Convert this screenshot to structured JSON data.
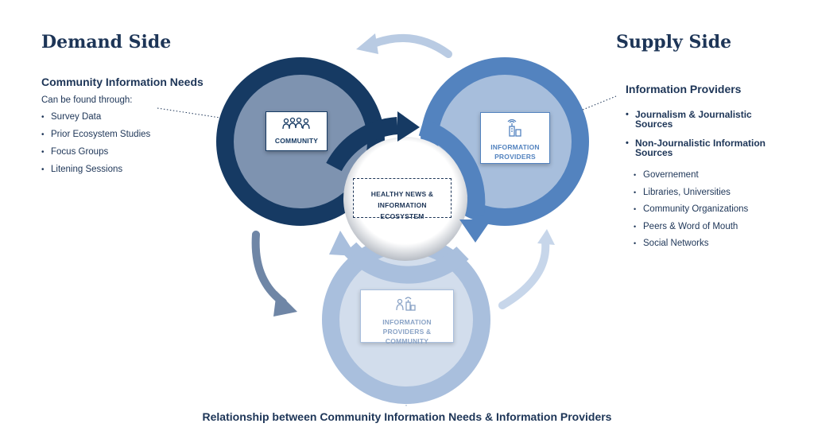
{
  "demand": {
    "title": "Demand Side",
    "heading": "Community Information Needs",
    "intro": "Can be found through:",
    "items": [
      "Survey Data",
      "Prior Ecosystem Studies",
      "Focus Groups",
      "Litening Sessions"
    ]
  },
  "supply": {
    "title": "Supply Side",
    "heading": "Information Providers",
    "main_items": [
      "Journalism & Journalistic Sources",
      "Non-Journalistic Information Sources"
    ],
    "sub_items": [
      "Governement",
      "Libraries, Universities",
      "Community Organizations",
      "Peers & Word of Mouth",
      "Social Networks"
    ]
  },
  "diagram": {
    "community_label": "COMMUNITY",
    "providers_label": "INFORMATION PROVIDERS",
    "center_label": "HEALTHY NEWS & INFORMATION ECOSYSTEM",
    "combined_label": "INFORMATION PROVIDERS & COMMUNITY",
    "colors": {
      "dark": "#163a63",
      "mid": "#5383bf",
      "light": "#a9bfdd",
      "dark_fill": "#7e93b0",
      "mid_fill": "#a7bedc",
      "light_fill": "#d2ddec"
    }
  },
  "footer": "Relationship between Community Information Needs & Information Providers"
}
